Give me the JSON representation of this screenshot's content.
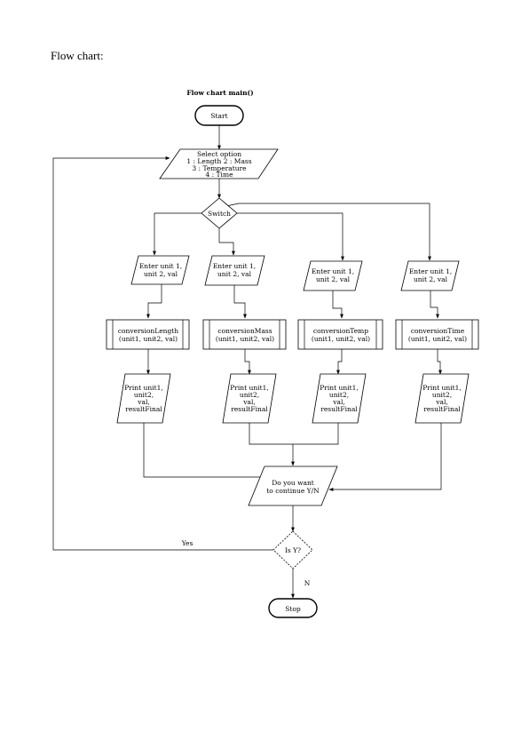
{
  "heading": "Flow chart:",
  "diagram": {
    "title": "Flow chart main()",
    "start": "Start",
    "select": [
      "Select option",
      "1 : Length 2 : Mass",
      "3 : Temperature",
      "4 : Time"
    ],
    "switch": "Switch",
    "inputs": [
      [
        "Enter unit 1,",
        "unit 2, val"
      ],
      [
        "Enter unit 1,",
        "unit 2, val"
      ],
      [
        "Enter unit 1,",
        "unit 2, val"
      ],
      [
        "Enter unit 1,",
        "unit 2, val"
      ]
    ],
    "processes": [
      [
        "conversionLength",
        "(unit1, unit2, val)"
      ],
      [
        "conversionMass",
        "(unit1, unit2, val)"
      ],
      [
        "conversionTemp",
        "(unit1, unit2, val)"
      ],
      [
        "conversionTime",
        "(unit1, unit2, val)"
      ]
    ],
    "outputs": [
      [
        "Print unit1,",
        "unit2,",
        "val,",
        "resultFinal"
      ],
      [
        "Print unit1,",
        "unit2,",
        "val,",
        "resultFinal"
      ],
      [
        "Print unit1,",
        "unit2,",
        "val,",
        "resultFinal"
      ],
      [
        "Print unit1,",
        "unit2,",
        "val,",
        "resultFinal"
      ]
    ],
    "continue": [
      "Do you want",
      "to continue Y/N"
    ],
    "decision": "Is Y?",
    "yes_label": "Yes",
    "no_label": "N",
    "stop": "Stop"
  }
}
